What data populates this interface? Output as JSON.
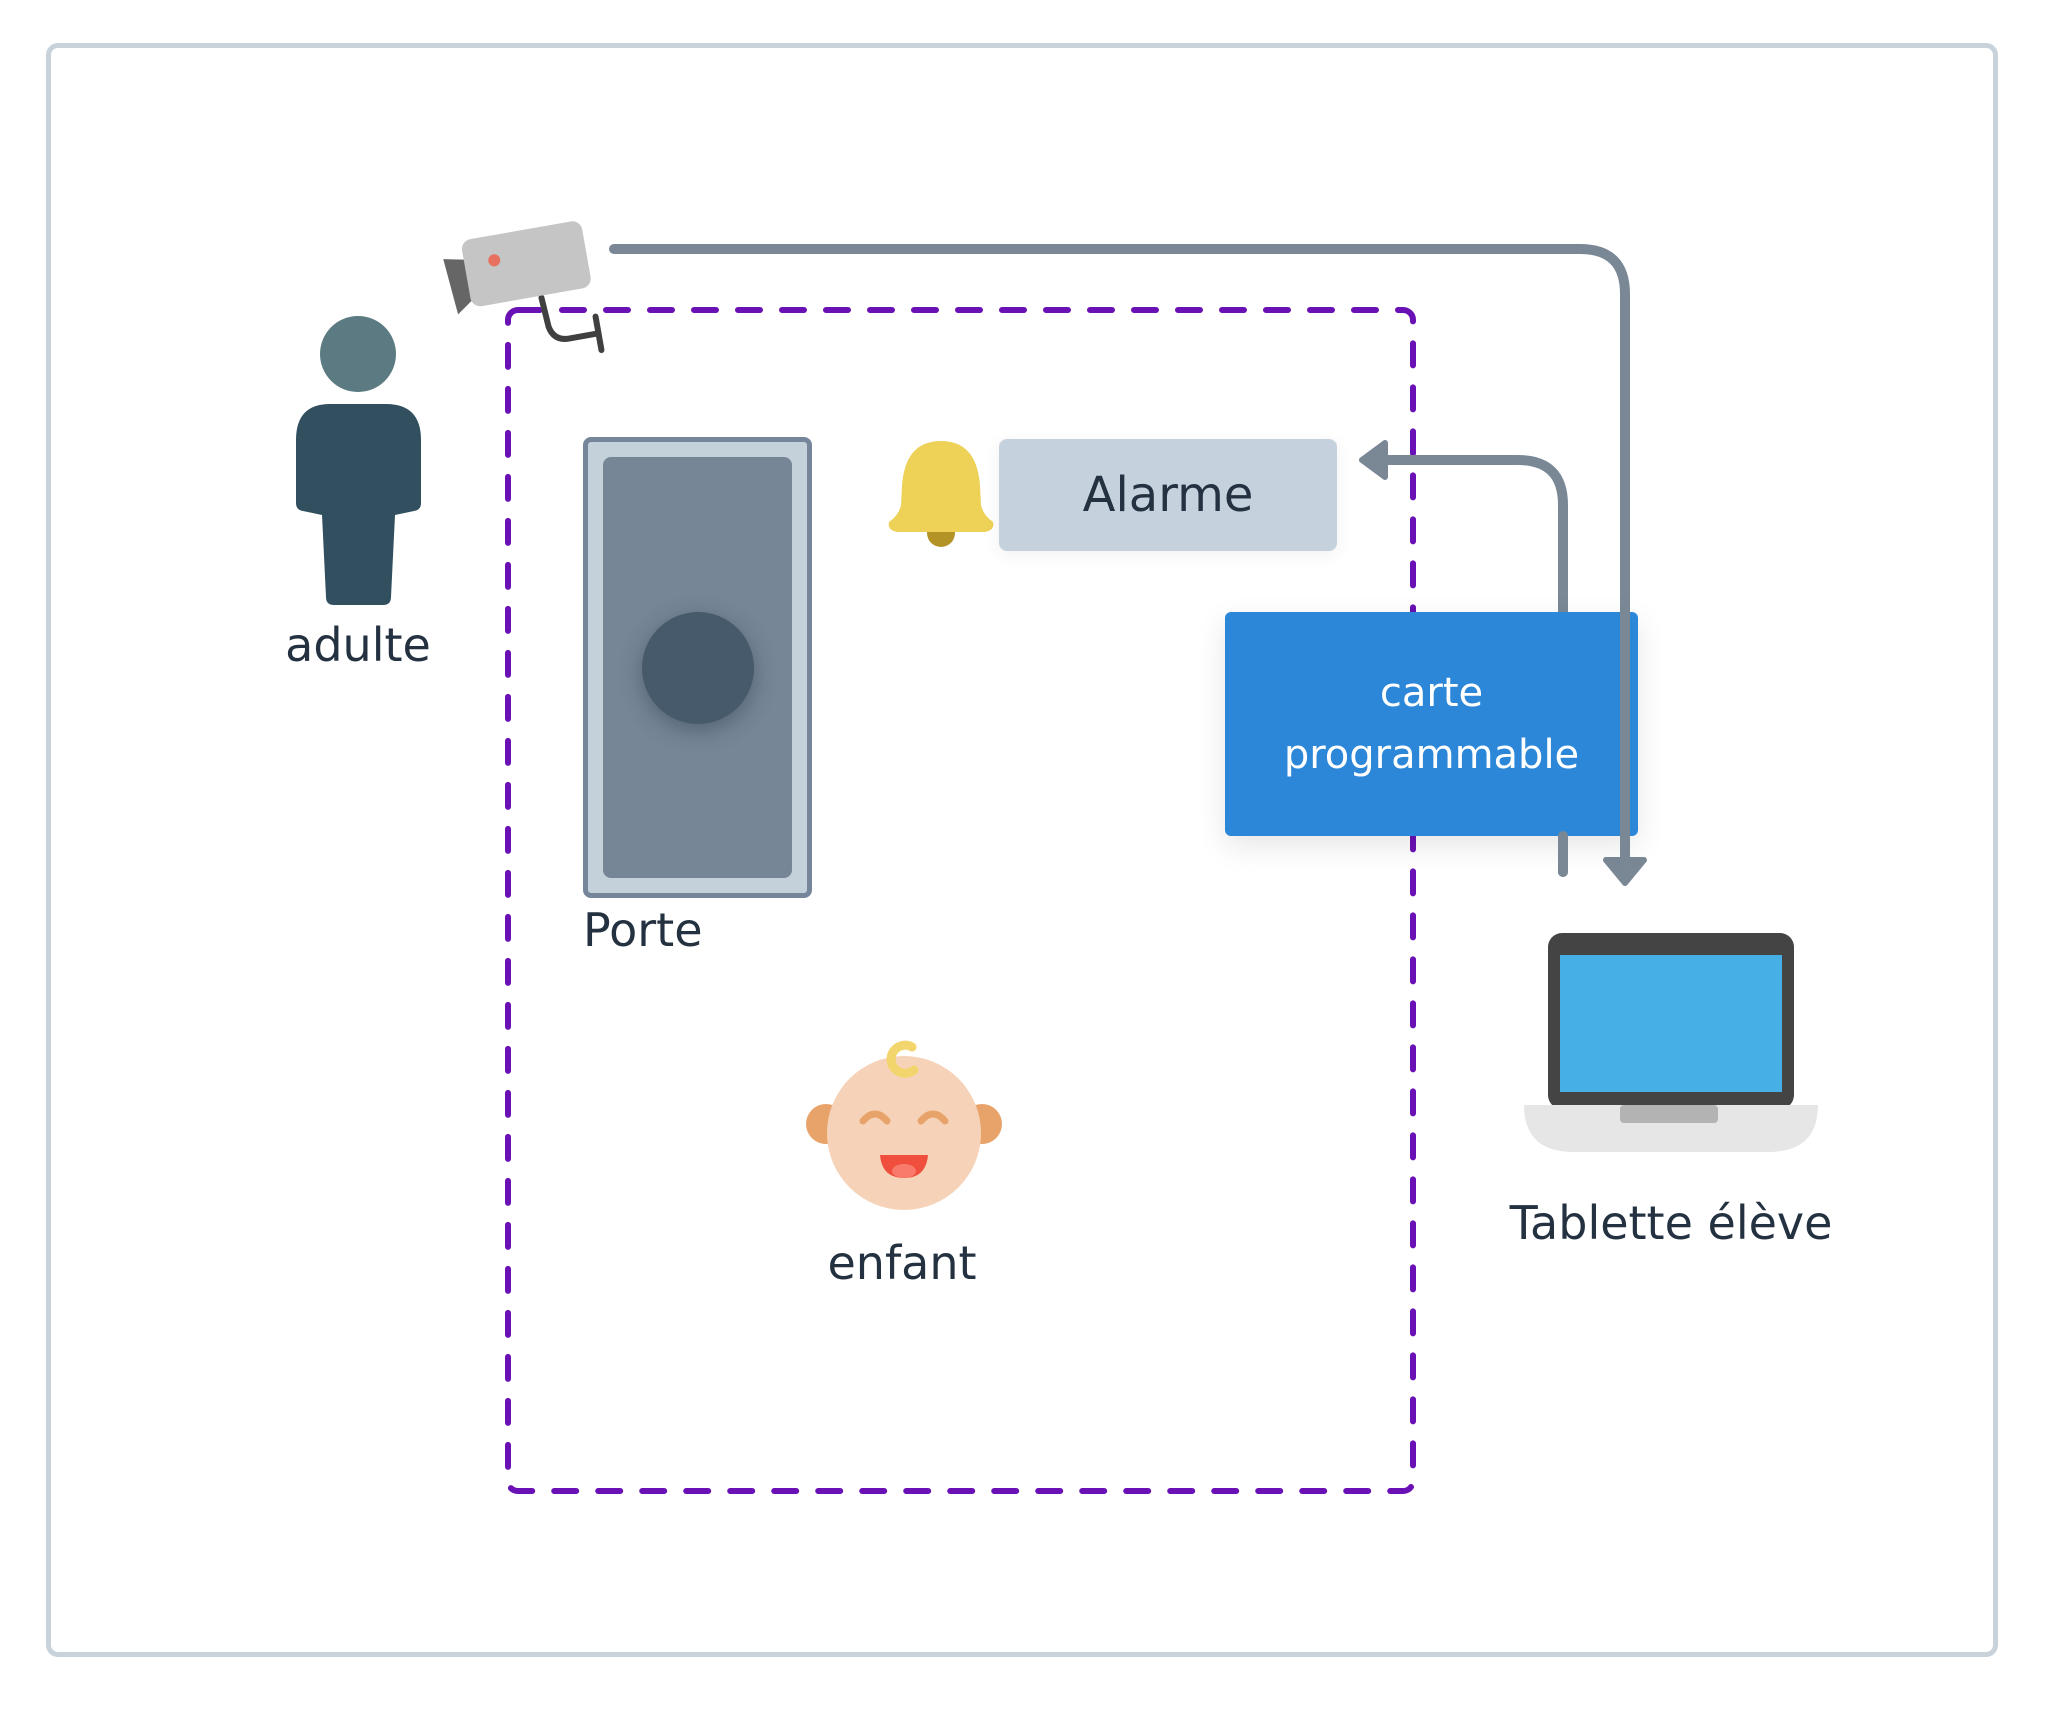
{
  "diagram": {
    "title": "",
    "nodes": {
      "adulte": {
        "label": "adulte",
        "icon": "person-icon",
        "color": "#314f5e",
        "head_color": "#5b7a82"
      },
      "camera": {
        "icon": "security-camera-icon",
        "led_color": "#e8705f"
      },
      "porte": {
        "label": "Porte",
        "icon": "door-icon"
      },
      "alarme": {
        "label": "Alarme",
        "icon": "bell-icon",
        "bell_color": "#eed157"
      },
      "carte": {
        "label_line1": "carte",
        "label_line2": "programmable",
        "color": "#2c87d9"
      },
      "enfant": {
        "label": "enfant",
        "icon": "baby-face-icon"
      },
      "tablette": {
        "label": "Tablette élève",
        "icon": "laptop-icon",
        "screen_color": "#46afe6"
      }
    },
    "zone": {
      "style": "dashed",
      "color": "#6a11b5"
    },
    "edges": [
      {
        "from": "camera",
        "to": "tablette",
        "color": "#7a8896"
      },
      {
        "from": "tablette",
        "to": "alarme",
        "color": "#7a8896"
      }
    ]
  }
}
